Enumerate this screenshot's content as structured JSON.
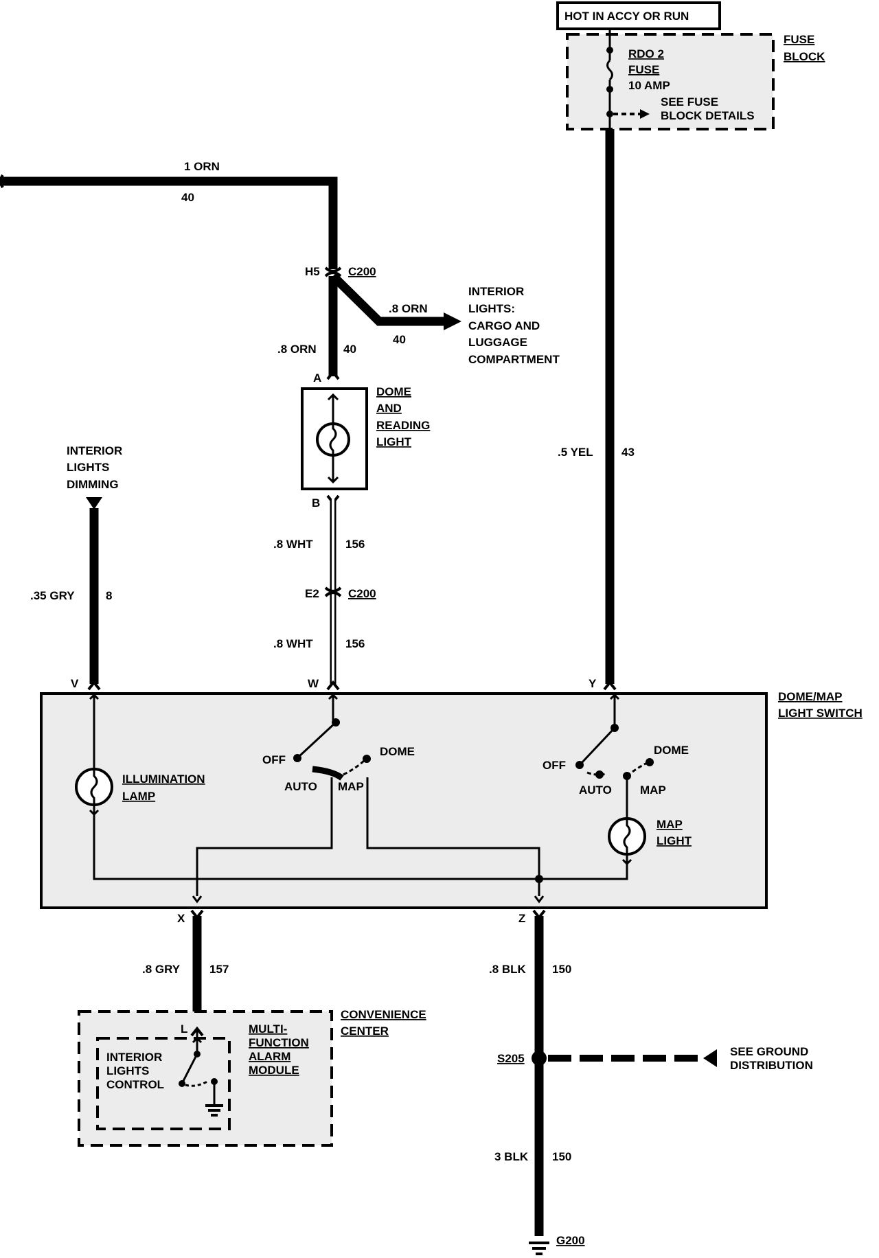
{
  "top": {
    "power_label": "HOT IN ACCY OR RUN",
    "fuse_block_line1": "FUSE",
    "fuse_block_line2": "BLOCK",
    "fuse_name_line1": "RDO 2",
    "fuse_name_line2": "FUSE",
    "fuse_rating": "10 AMP",
    "fuse_details_line1": "SEE FUSE",
    "fuse_details_line2": "BLOCK DETAILS"
  },
  "wires": {
    "orn_top_size": "1 ORN",
    "orn_top_circuit": "40",
    "orn_branch_size": ".8 ORN",
    "orn_branch_circuit": "40",
    "orn_dome_size": ".8 ORN",
    "orn_dome_circuit": "40",
    "wht_upper_size": ".8 WHT",
    "wht_upper_circuit": "156",
    "wht_lower_size": ".8 WHT",
    "wht_lower_circuit": "156",
    "gry_dim_size": ".35 GRY",
    "gry_dim_circuit": "8",
    "yel_size": ".5 YEL",
    "yel_circuit": "43",
    "gry_out_size": ".8 GRY",
    "gry_out_circuit": "157",
    "blk_upper_size": ".8 BLK",
    "blk_upper_circuit": "150",
    "blk_lower_size": "3 BLK",
    "blk_lower_circuit": "150"
  },
  "connectors": {
    "h5": "H5",
    "c200_top": "C200",
    "e2": "E2",
    "c200_bottom": "C200",
    "pin_a": "A",
    "pin_b": "B",
    "pin_v": "V",
    "pin_w": "W",
    "pin_y": "Y",
    "pin_x": "X",
    "pin_z": "Z",
    "pin_l": "L"
  },
  "destinations": {
    "interior_lights_1": "INTERIOR",
    "interior_lights_2": "LIGHTS:",
    "interior_lights_3": "CARGO AND",
    "interior_lights_4": "LUGGAGE",
    "interior_lights_5": "COMPARTMENT",
    "dimming_1": "INTERIOR",
    "dimming_2": "LIGHTS",
    "dimming_3": "DIMMING",
    "ground_dist_1": "SEE GROUND",
    "ground_dist_2": "DISTRIBUTION"
  },
  "components": {
    "dome_1": "DOME",
    "dome_2": "AND",
    "dome_3": "READING",
    "dome_4": "LIGHT",
    "switch_1": "DOME/MAP",
    "switch_2": "LIGHT SWITCH",
    "illum_1": "ILLUMINATION",
    "illum_2": "LAMP",
    "map_light_1": "MAP",
    "map_light_2": "LIGHT",
    "sw_off_left": "OFF",
    "sw_auto_left": "AUTO",
    "sw_map_left": "MAP",
    "sw_dome_left": "DOME",
    "sw_off_right": "OFF",
    "sw_auto_right": "AUTO",
    "sw_map_right": "MAP",
    "sw_dome_right": "DOME",
    "conv_1": "CONVENIENCE",
    "conv_2": "CENTER",
    "mfam_1": "MULTI-",
    "mfam_2": "FUNCTION",
    "mfam_3": "ALARM",
    "mfam_4": "MODULE",
    "ilc_1": "INTERIOR",
    "ilc_2": "LIGHTS",
    "ilc_3": "CONTROL"
  },
  "grounds": {
    "splice": "S205",
    "ground": "G200"
  }
}
